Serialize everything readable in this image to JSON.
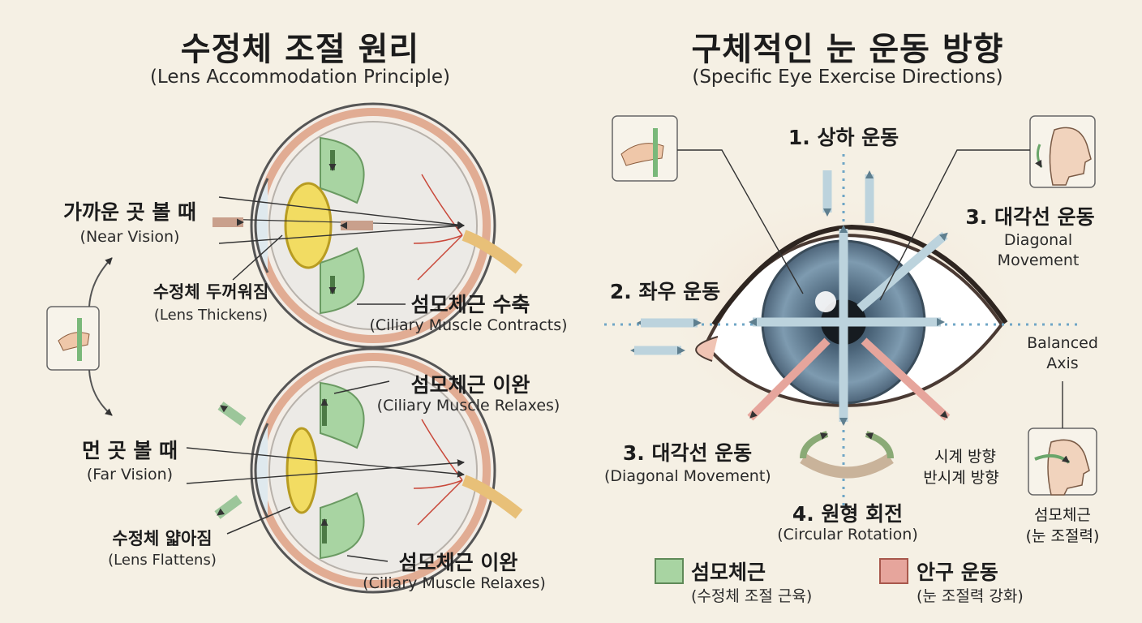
{
  "left": {
    "title_ko": "수정체 조절 원리",
    "title_en": "(Lens Accommodation Principle)",
    "near": {
      "label_ko": "가까운 곳 볼 때",
      "label_en": "(Near Vision)",
      "lens_ko": "수정체 두꺼워짐",
      "lens_en": "(Lens Thickens)",
      "muscle_ko": "섬모체근 수축",
      "muscle_en": "(Ciliary Muscle Contracts)"
    },
    "far": {
      "label_ko": "먼 곳 볼 때",
      "label_en": "(Far Vision)",
      "lens_ko": "수정체 얇아짐",
      "lens_en": "(Lens Flattens)",
      "muscle_top_ko": "섬모체근 이완",
      "muscle_top_en": "(Ciliary Muscle Relaxes)",
      "muscle_bottom_ko": "섬모체근 이완",
      "muscle_bottom_en": "(Ciliary Muscle Relaxes)"
    }
  },
  "right": {
    "title_ko": "구체적인 눈 운동 방향",
    "title_en": "(Specific Eye Exercise Directions)",
    "updown_ko": "1. 상하 운동",
    "leftright_ko": "2. 좌우 운동",
    "diagonal_top_ko": "3. 대각선 운동",
    "diagonal_top_en_1": "Diagonal",
    "diagonal_top_en_2": "Movement",
    "diagonal_bottom_ko": "3. 대각선 운동",
    "diagonal_bottom_en": "(Diagonal Movement)",
    "circular_ko": "4. 원형 회전",
    "circular_en": "(Circular Rotation)",
    "balanced_1": "Balanced",
    "balanced_2": "Axis",
    "clockwise": "시계 방향",
    "counterclockwise": "반시계 방향",
    "muscle_side_1": "섬모체근",
    "muscle_side_2": "(눈 조절력)"
  },
  "legend": {
    "green_ko": "섬모체근",
    "green_en": "(수정체 조절 근육)",
    "red_ko": "안구 운동",
    "red_en": "(눈 조절력 강화)"
  },
  "colors": {
    "background": "#f5f0e4",
    "ciliary_muscle": "#a8d4a2",
    "eye_movement": "#e6a59c",
    "lens": "#f2dc62",
    "iris": "#6d8aa0",
    "arrow_blue": "#bcd3dd",
    "axis_dotted": "#6fa6c6"
  },
  "icons": [
    "hand-massage-icon",
    "head-profile-rotate-icon",
    "head-profile-icon"
  ]
}
